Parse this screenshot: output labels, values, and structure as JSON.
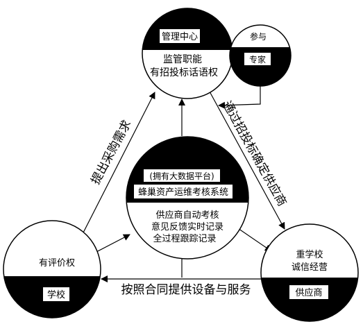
{
  "nodes": {
    "management": {
      "header": "管理中心",
      "line1": "监管职能",
      "line2": "有招投标话语权"
    },
    "expert": {
      "top": "参与",
      "bottom": "专家"
    },
    "platform": {
      "line1": "(拥有大数据平台)",
      "line2": "蜂巢资产运维考核系统",
      "item1": "供应商自动考核",
      "item2": "意见反馈实时记录",
      "item3": "全过程跟踪记录"
    },
    "school": {
      "top": "有评价权",
      "bottom": "学校"
    },
    "supplier": {
      "line1": "重学校",
      "line2": "诚信经营",
      "bottom": "供应商"
    }
  },
  "edges": {
    "school_to_management": "提出采购需求",
    "management_to_supplier": "通过招投标确定供应商",
    "supplier_to_school": "按照合同提供设备与服务"
  },
  "colors": {
    "ink": "#000000",
    "paper": "#ffffff"
  }
}
